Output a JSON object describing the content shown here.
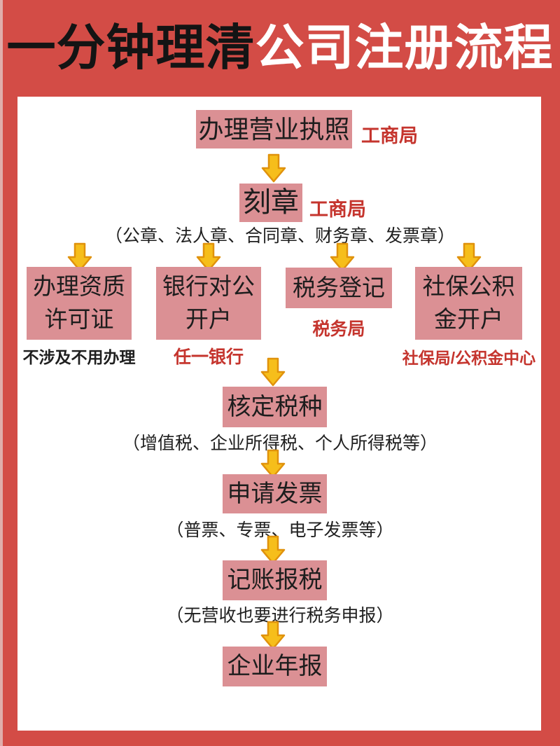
{
  "title": {
    "part_black": "一分钟理清",
    "part_white": "公司注册流程"
  },
  "colors": {
    "background_red": "#D34C46",
    "box_pink": "#DB9094",
    "arrow_fill": "#F6BE1B",
    "arrow_outline": "#E0920C",
    "annotation_red": "#C5352E"
  },
  "icons": {
    "down_arrow": "down-arrow-icon"
  },
  "steps": {
    "business_license": {
      "label": "办理营业执照",
      "authority": "工商局"
    },
    "seal_carving": {
      "label": "刻章",
      "authority": "工商局",
      "note": "（公章、法人章、合同章、财务章、发票章）"
    },
    "branches": [
      {
        "line1": "办理资质",
        "line2": "许可证",
        "note": "不涉及不用办理"
      },
      {
        "line1": "银行对公",
        "line2": "开户",
        "note": "任一银行"
      },
      {
        "line1": "税务登记",
        "note": "税务局"
      },
      {
        "line1": "社保公积",
        "line2": "金开户",
        "note": "社保局/公积金中心"
      }
    ],
    "tax_type_verification": {
      "label": "核定税种",
      "note": "（增值税、企业所得税、个人所得税等）"
    },
    "invoice_application": {
      "label": "申请发票",
      "note": "（普票、专票、电子发票等）"
    },
    "bookkeeping_tax_filing": {
      "label": "记账报税",
      "note": "（无营收也要进行税务申报）"
    },
    "annual_report": {
      "label": "企业年报"
    }
  }
}
